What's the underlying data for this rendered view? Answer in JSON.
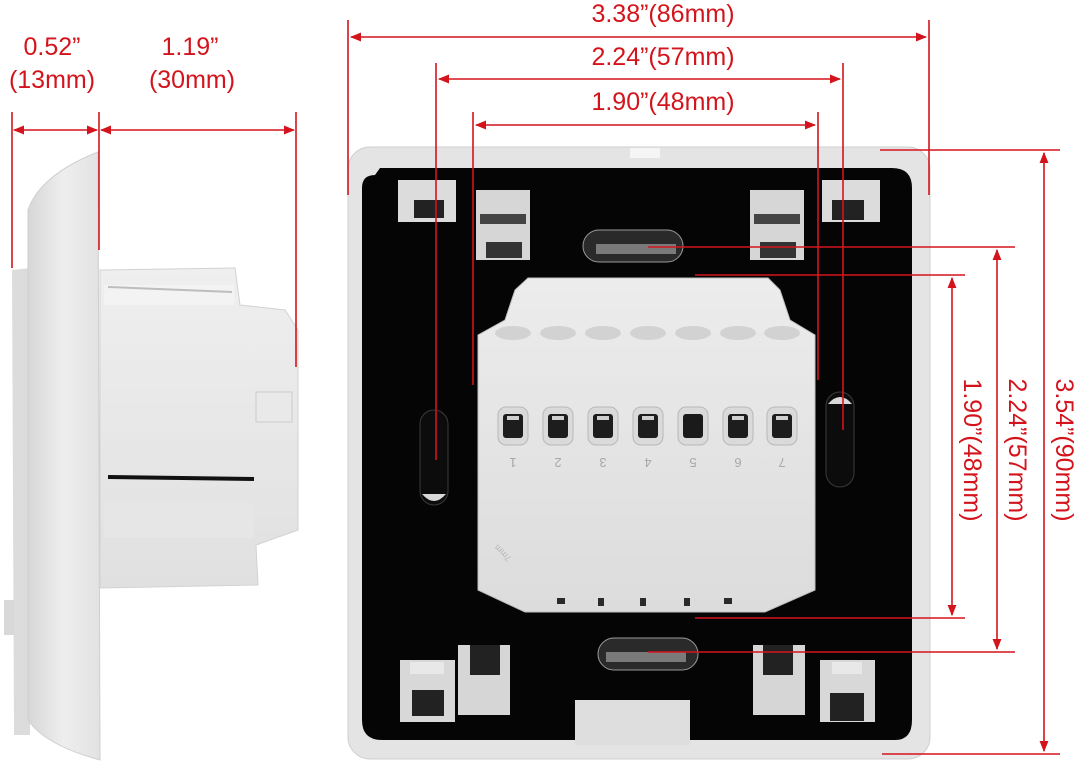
{
  "diagram": {
    "subject": "thermostat back box dimensions",
    "dimension_color": "#d4141c",
    "side_view": {
      "depth_front": {
        "inch": "0.52”",
        "mm": "(13mm)"
      },
      "depth_body": {
        "inch": "1.19”",
        "mm": "(30mm)"
      }
    },
    "rear_view": {
      "horizontal": [
        {
          "label": "3.38”(86mm)"
        },
        {
          "label": "2.24”(57mm)"
        },
        {
          "label": "1.90”(48mm)"
        }
      ],
      "vertical": [
        {
          "label": "1.90”(48mm)"
        },
        {
          "label": "2.24”(57mm)"
        },
        {
          "label": "3.54”(90mm)"
        }
      ],
      "terminal_numbers": [
        "1",
        "2",
        "3",
        "4",
        "5",
        "6",
        "7"
      ],
      "module_marking": "7mm"
    }
  }
}
